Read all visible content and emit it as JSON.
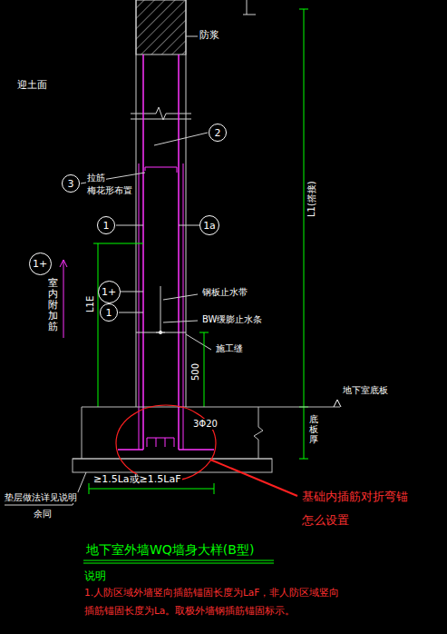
{
  "diagram": {
    "title": "地下室外墙WQ墙身大样(B型)",
    "nodes": [
      {
        "text": [
          "2"
        ]
      },
      {
        "text": [
          "3"
        ]
      },
      {
        "text": [
          "1"
        ]
      },
      {
        "text": [
          "1a"
        ]
      },
      {
        "text": [
          "1+"
        ]
      },
      {
        "text": [
          "1+"
        ]
      },
      {
        "text": [
          "1"
        ]
      }
    ],
    "labels": [
      "防浆",
      "迎土面",
      "拉筋",
      "梅花形布置",
      "L1(搭接)",
      "L1E",
      "室内附加筋",
      "钢板止水带",
      "BW缓膨止水条",
      "施工缝",
      "500",
      "地下室底板",
      "3Φ20",
      "底板厚",
      "≥1.5La或≥1.5LaF",
      "垫层做法详见说明",
      "余同",
      "基础内插筋对折弯锚",
      "怎么设置",
      "说明",
      "1.人防区域外墙竖向插筋锚固长度为LaF，非人防区域竖向",
      "插筋锚固长度为La。取极外墙钢插筋锚固标示。"
    ]
  }
}
